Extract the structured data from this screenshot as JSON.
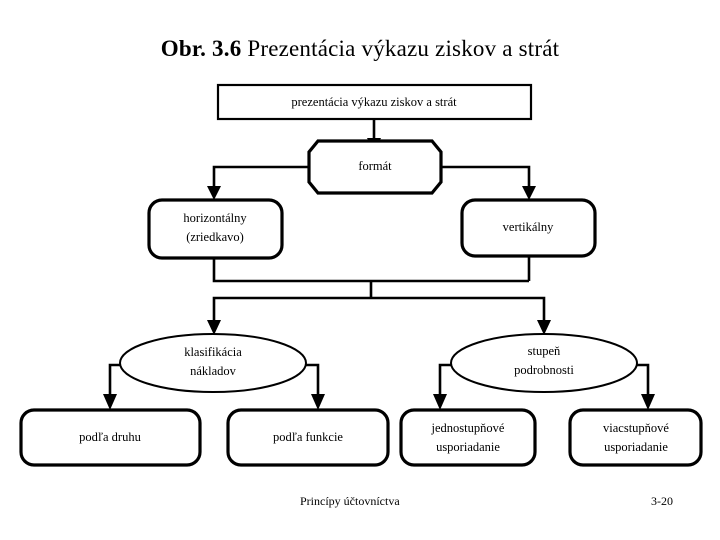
{
  "title": {
    "figure_label": "Obr. 3.6",
    "heading": "Prezentácia výkazu ziskov a strát"
  },
  "footer": {
    "note": "Princípy účtovníctva",
    "page": "3-20"
  },
  "colors": {
    "background": "#ffffff",
    "stroke": "#000000",
    "text": "#000000"
  },
  "diagram": {
    "type": "flowchart",
    "nodes": {
      "root": {
        "label": "prezentácia výkazu ziskov a strát",
        "shape": "rectangle"
      },
      "format": {
        "label": "formát",
        "shape": "octagon"
      },
      "horizontal": {
        "line1": "horizontálny",
        "line2": "(zriedkavo)",
        "shape": "rounded-rectangle"
      },
      "vertical": {
        "label": "vertikálny",
        "shape": "rounded-rectangle"
      },
      "classification": {
        "line1": "klasifikácia",
        "line2": "nákladov",
        "shape": "ellipse"
      },
      "detail_level": {
        "line1": "stupeň",
        "line2": "podrobnosti",
        "shape": "ellipse"
      },
      "by_kind": {
        "label": "podľa druhu",
        "shape": "rounded-rectangle"
      },
      "by_function": {
        "label": "podľa funkcie",
        "shape": "rounded-rectangle"
      },
      "single_level": {
        "line1": "jednostupňové",
        "line2": "usporiadanie",
        "shape": "rounded-rectangle"
      },
      "multi_level": {
        "line1": "viacstupňové",
        "line2": "usporiadanie",
        "shape": "rounded-rectangle"
      }
    },
    "edges": [
      {
        "from": "root",
        "to": "format"
      },
      {
        "from": "format",
        "to": "horizontal"
      },
      {
        "from": "format",
        "to": "vertical"
      },
      {
        "from": "horizontal",
        "to": "classification"
      },
      {
        "from": "horizontal",
        "to": "detail_level"
      },
      {
        "from": "vertical",
        "to": "classification"
      },
      {
        "from": "vertical",
        "to": "detail_level"
      },
      {
        "from": "classification",
        "to": "by_kind"
      },
      {
        "from": "classification",
        "to": "by_function"
      },
      {
        "from": "detail_level",
        "to": "single_level"
      },
      {
        "from": "detail_level",
        "to": "multi_level"
      }
    ]
  }
}
